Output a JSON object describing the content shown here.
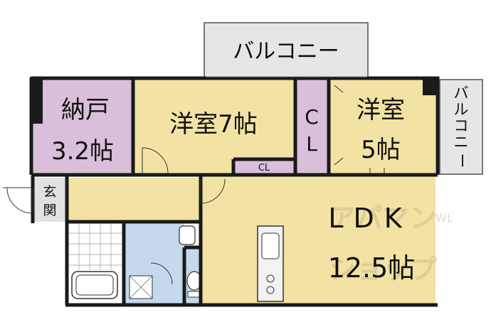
{
  "colors": {
    "wall": "#1a1a1a",
    "storage": "#d9bfd9",
    "room": "#f2e2a4",
    "balcony": "#e6e6e6",
    "wet": "#c5d9ec",
    "entry": "#e2e2e2",
    "watermark": "#c9b98a"
  },
  "rooms": {
    "storage": {
      "line1": "納戸",
      "line2": "3.2帖"
    },
    "western7": {
      "label": "洋室7帖"
    },
    "closet_big": {
      "line1": "C",
      "line2": "L"
    },
    "closet_small": {
      "label": "CL"
    },
    "western5": {
      "line1": "洋室",
      "line2": "5帖"
    },
    "ldk": {
      "line1": "LDK",
      "line2": "12.5帖"
    },
    "entrance": {
      "line1": "玄",
      "line2": "関"
    }
  },
  "balconies": {
    "top": {
      "label": "バルコニー"
    },
    "right": {
      "label": "バルコニー"
    }
  },
  "watermark": {
    "line1": "アパマン",
    "line2": "ショップ",
    "tag": "WL"
  }
}
